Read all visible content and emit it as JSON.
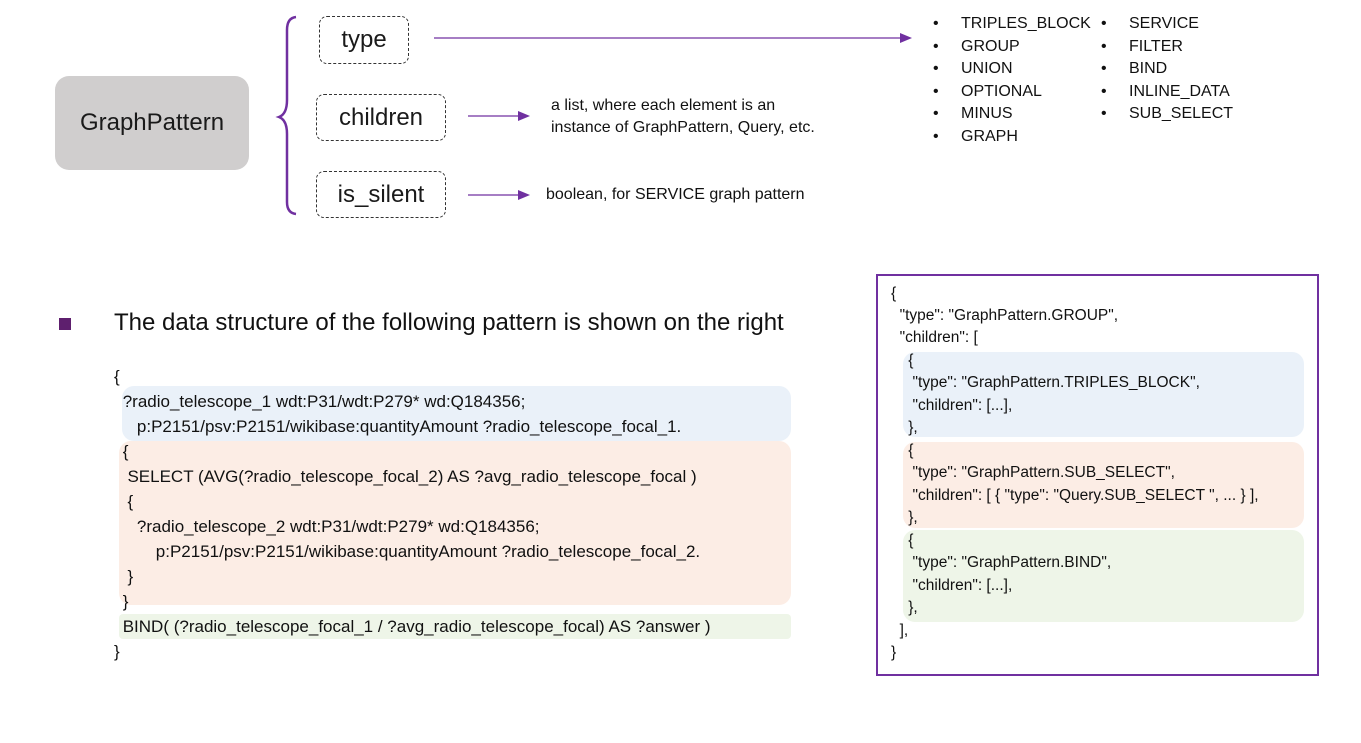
{
  "root": {
    "label": "GraphPattern"
  },
  "fields": [
    {
      "label": "type"
    },
    {
      "label": "children"
    },
    {
      "label": "is_silent"
    }
  ],
  "children_desc": [
    "a list, where each element is an",
    "instance of GraphPattern, Query, etc."
  ],
  "is_silent_desc": "boolean, for SERVICE graph pattern",
  "types_col1": [
    "TRIPLES_BLOCK",
    "GROUP",
    "UNION",
    "OPTIONAL",
    "MINUS",
    "GRAPH"
  ],
  "types_col2": [
    "SERVICE",
    "FILTER",
    "BIND",
    "INLINE_DATA",
    "SUB_SELECT"
  ],
  "heading": "The data structure of the following pattern is shown on the right",
  "query_lines": [
    "{",
    " ?radio_telescope_1 wdt:P31/wdt:P279* wd:Q184356;",
    "    p:P2151/psv:P2151/wikibase:quantityAmount ?radio_telescope_focal_1.",
    " {",
    "  SELECT (AVG(?radio_telescope_focal_2) AS ?avg_radio_telescope_focal )",
    "  {",
    "    ?radio_telescope_2 wdt:P31/wdt:P279* wd:Q184356;",
    "        p:P2151/psv:P2151/wikibase:quantityAmount ?radio_telescope_focal_2.",
    "  }",
    " }",
    " BIND( (?radio_telescope_focal_1 / ?avg_radio_telescope_focal) AS ?answer )",
    "}"
  ],
  "json_lines": [
    "{",
    "  \"type\": \"GraphPattern.GROUP\",",
    "  \"children\": [",
    "    {",
    "     \"type\": \"GraphPattern.TRIPLES_BLOCK\",",
    "     \"children\": [...],",
    "    },",
    "    {",
    "     \"type\": \"GraphPattern.SUB_SELECT\",",
    "     \"children\": [ { \"type\": \"Query.SUB_SELECT \", ... } ],",
    "    },",
    "    {",
    "     \"type\": \"GraphPattern.BIND\",",
    "     \"children\": [...],",
    "    },",
    "  ],",
    "}"
  ],
  "colors": {
    "accent": "#7030a0",
    "root_fill": "#d0cece",
    "blue_band": "#eaf1f9",
    "orange_band": "#fcede5",
    "green_band": "#eef5e8",
    "bullet_square": "#5e1f6e"
  }
}
